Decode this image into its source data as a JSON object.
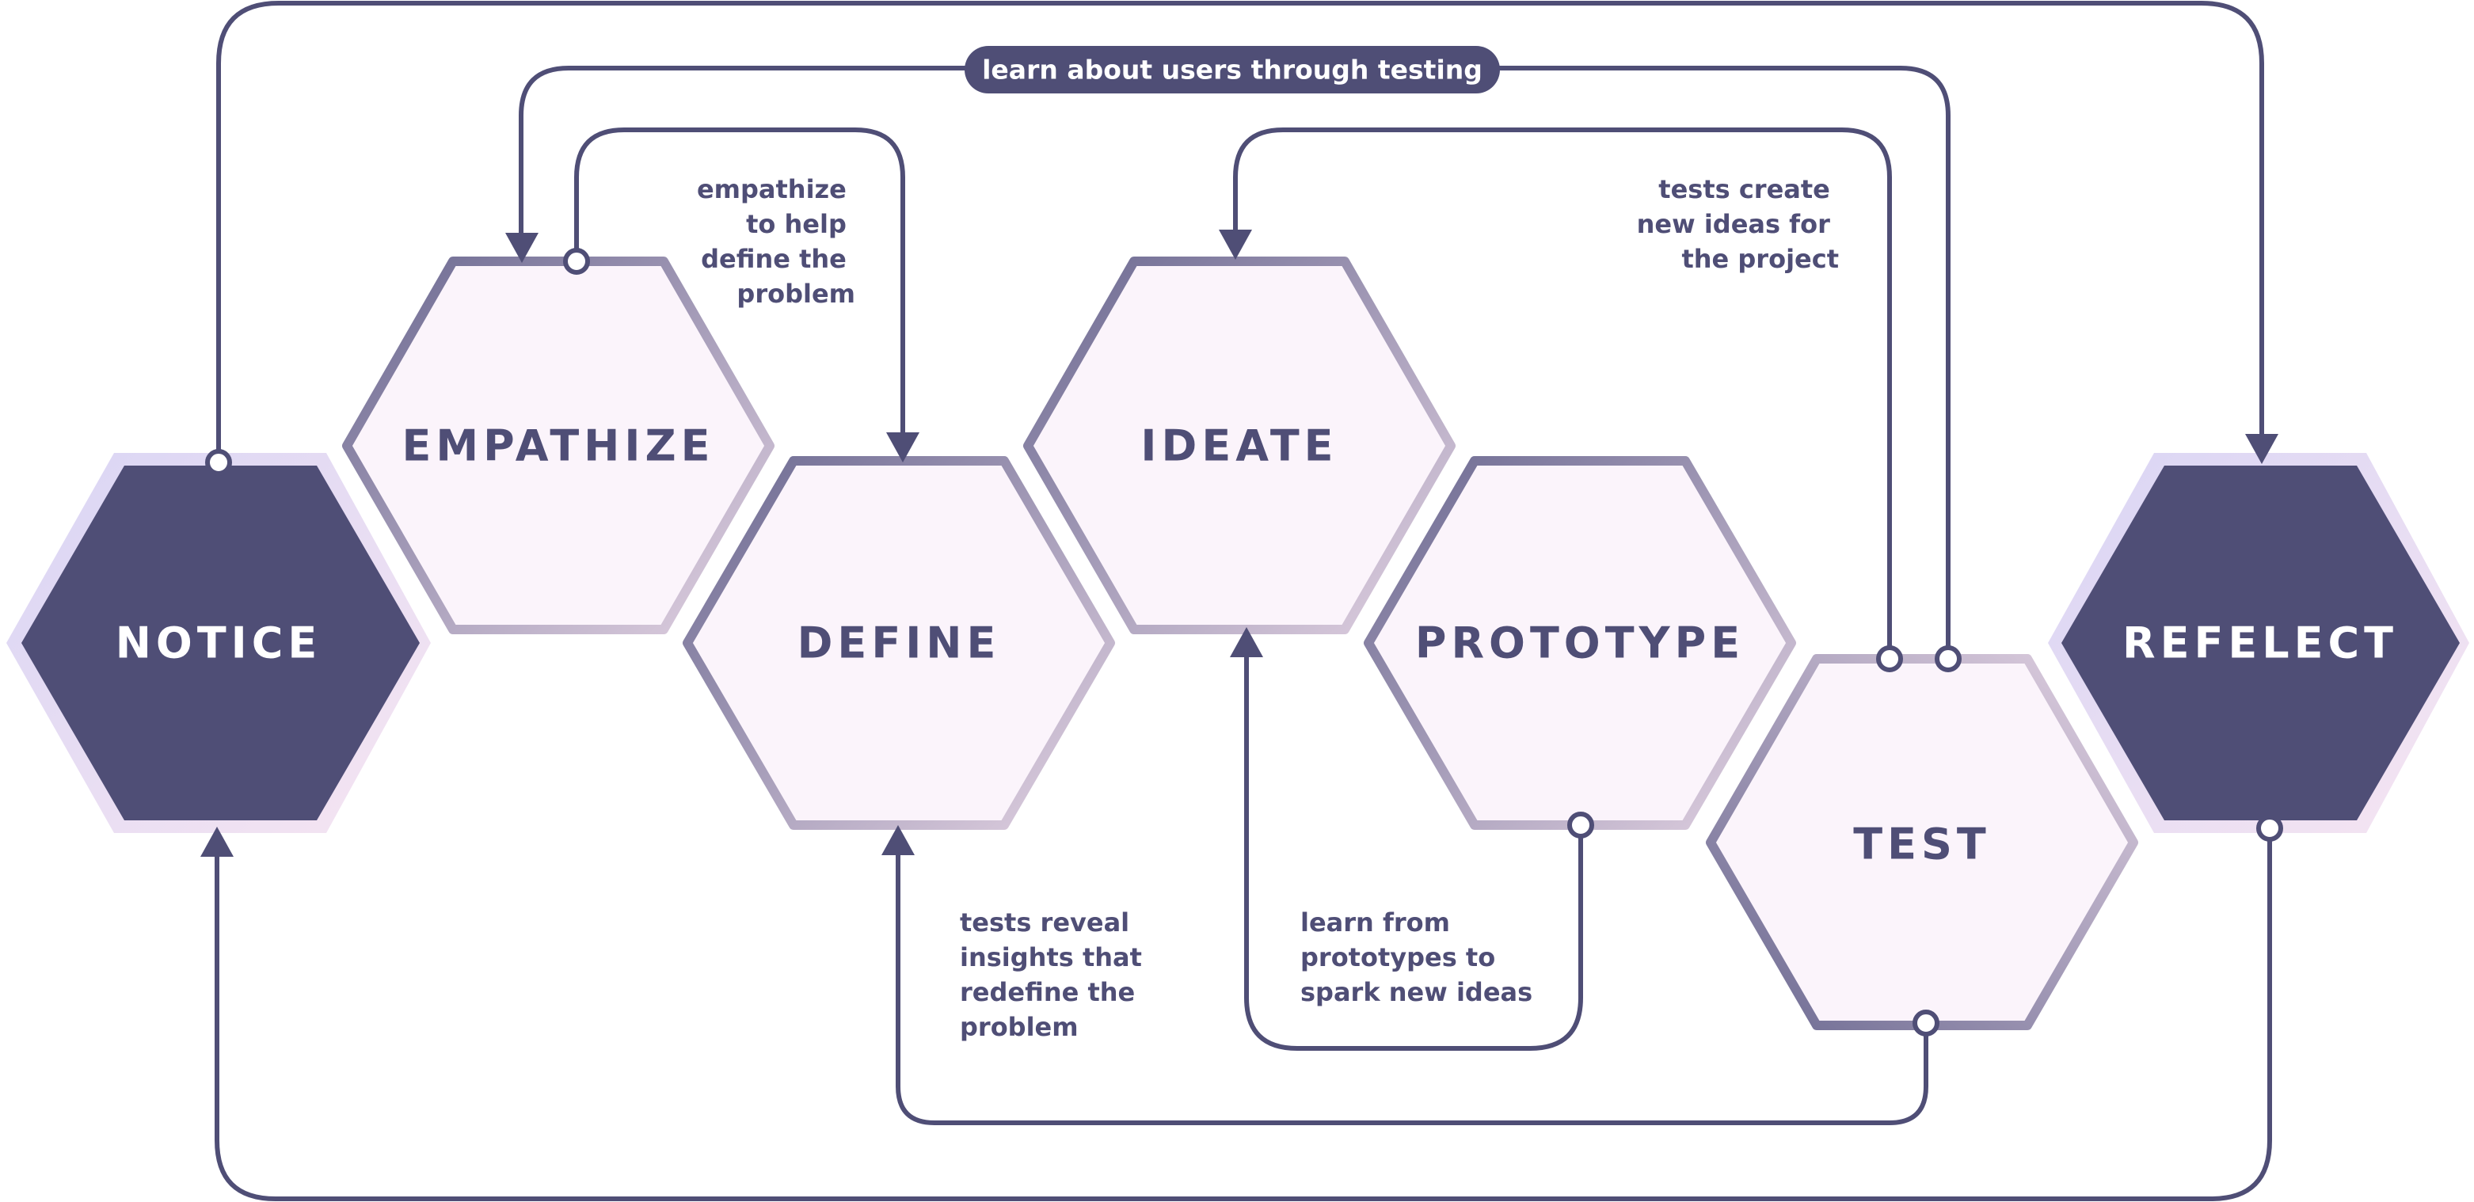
{
  "title_pill": "learn about users through testing",
  "stages": {
    "notice": "NOTICE",
    "empathize": "EMPATHIZE",
    "define": "DEFINE",
    "ideate": "IDEATE",
    "prototype": "PROTOTYPE",
    "test": "TEST",
    "reflect": "REFELECT"
  },
  "notes": {
    "empathize_define": [
      "empathize",
      "to help",
      "define the",
      "problem"
    ],
    "test_ideate": [
      "tests create",
      "new ideas for",
      "the project"
    ],
    "test_define": [
      "tests reveal",
      "insights that",
      "redefine the",
      "problem"
    ],
    "prototype_ideate": [
      "learn from",
      "prototypes to",
      "spark new ideas"
    ]
  },
  "colors": {
    "dark": "#4f4e76",
    "light_fill": "#fbf4fb",
    "border_start": "#6a6890",
    "border_end": "#e2d2e2",
    "glow_start": "#d9d5f4",
    "glow_end": "#f6e5f2"
  }
}
